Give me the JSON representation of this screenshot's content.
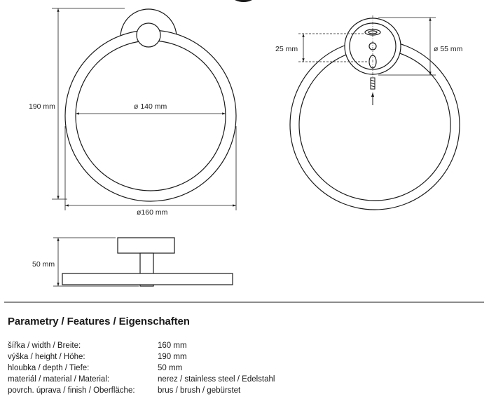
{
  "dimensions": {
    "height": "190 mm",
    "inner_diameter": "ø 140 mm",
    "outer_diameter": "ø160 mm",
    "hole_spacing": "25 mm",
    "flange_diameter": "ø 55 mm",
    "depth": "50 mm"
  },
  "features": {
    "title": "Parametry / Features / Eigenschaften",
    "rows": [
      {
        "label": "šířka / width / Breite:",
        "value": "160 mm"
      },
      {
        "label": "výška / height / Höhe:",
        "value": "190 mm"
      },
      {
        "label": "hloubka / depth / Tiefe:",
        "value": "50 mm"
      },
      {
        "label": "materiál / material / Material:",
        "value": "nerez / stainless steel / Edelstahl"
      },
      {
        "label": "povrch. úprava / finish / Oberfläche:",
        "value": "brus / brush / gebürstet"
      }
    ]
  },
  "colors": {
    "line": "#1a1a1a",
    "text": "#1a1a1a",
    "background": "#ffffff"
  }
}
